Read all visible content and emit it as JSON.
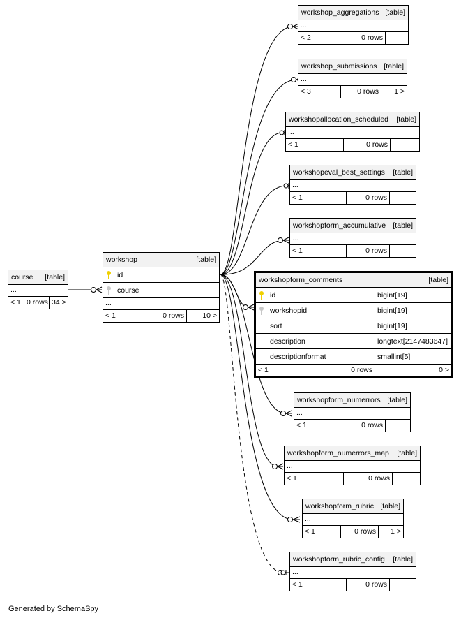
{
  "tables": {
    "course": {
      "name": "course",
      "tag": "[table]",
      "ellipsis": "...",
      "counts": [
        "< 1",
        "0 rows",
        "34 >"
      ]
    },
    "workshop": {
      "name": "workshop",
      "tag": "[table]",
      "columns": [
        "id",
        "course"
      ],
      "ellipsis": "...",
      "counts": [
        "< 1",
        "0 rows",
        "10 >"
      ]
    },
    "workshop_aggregations": {
      "name": "workshop_aggregations",
      "tag": "[table]",
      "ellipsis": "...",
      "counts": [
        "< 2",
        "0 rows",
        ""
      ]
    },
    "workshop_submissions": {
      "name": "workshop_submissions",
      "tag": "[table]",
      "ellipsis": "...",
      "counts": [
        "< 3",
        "0 rows",
        "1 >"
      ]
    },
    "workshopallocation_scheduled": {
      "name": "workshopallocation_scheduled",
      "tag": "[table]",
      "ellipsis": "...",
      "counts": [
        "< 1",
        "0 rows",
        ""
      ]
    },
    "workshopeval_best_settings": {
      "name": "workshopeval_best_settings",
      "tag": "[table]",
      "ellipsis": "...",
      "counts": [
        "< 1",
        "0 rows",
        ""
      ]
    },
    "workshopform_accumulative": {
      "name": "workshopform_accumulative",
      "tag": "[table]",
      "ellipsis": "...",
      "counts": [
        "< 1",
        "0 rows",
        ""
      ]
    },
    "workshopform_comments": {
      "name": "workshopform_comments",
      "tag": "[table]",
      "columns": [
        {
          "name": "id",
          "type": "bigint[19]",
          "key": "pk"
        },
        {
          "name": "workshopid",
          "type": "bigint[19]",
          "key": "fk"
        },
        {
          "name": "sort",
          "type": "bigint[19]",
          "key": ""
        },
        {
          "name": "description",
          "type": "longtext[2147483647]",
          "key": ""
        },
        {
          "name": "descriptionformat",
          "type": "smallint[5]",
          "key": ""
        }
      ],
      "counts": [
        "< 1",
        "0 rows",
        "0 >"
      ]
    },
    "workshopform_numerrors": {
      "name": "workshopform_numerrors",
      "tag": "[table]",
      "ellipsis": "...",
      "counts": [
        "< 1",
        "0 rows",
        ""
      ]
    },
    "workshopform_numerrors_map": {
      "name": "workshopform_numerrors_map",
      "tag": "[table]",
      "ellipsis": "...",
      "counts": [
        "< 1",
        "0 rows",
        ""
      ]
    },
    "workshopform_rubric": {
      "name": "workshopform_rubric",
      "tag": "[table]",
      "ellipsis": "...",
      "counts": [
        "< 1",
        "0 rows",
        "1 >"
      ]
    },
    "workshopform_rubric_config": {
      "name": "workshopform_rubric_config",
      "tag": "[table]",
      "ellipsis": "...",
      "counts": [
        "< 1",
        "0 rows",
        ""
      ]
    }
  },
  "footer": "Generated by SchemaSpy"
}
